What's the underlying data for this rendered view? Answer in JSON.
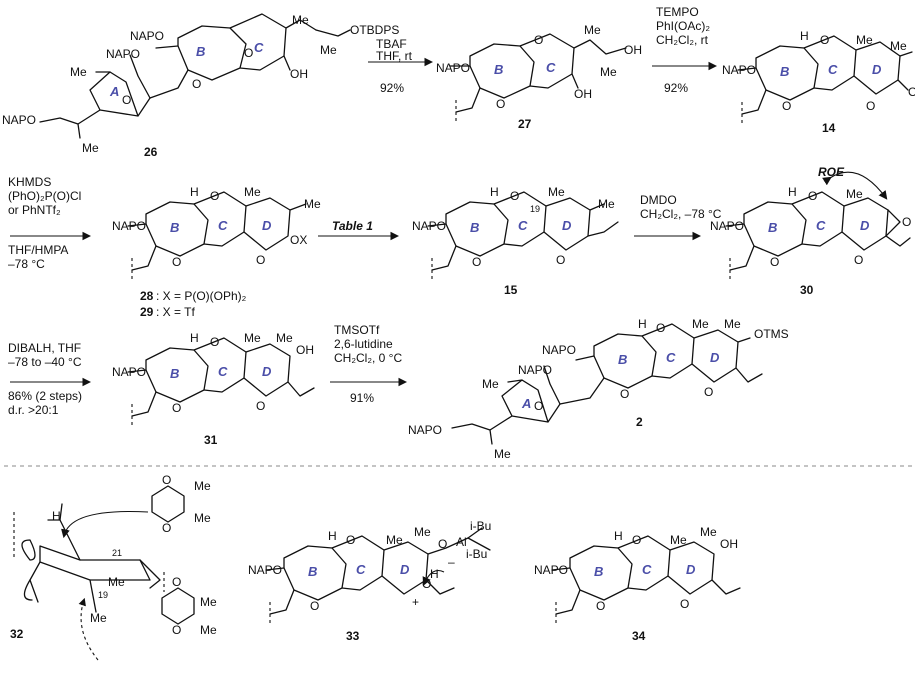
{
  "compounds": {
    "c26": "26",
    "c27": "27",
    "c14": "14",
    "c28": "28",
    "c29": "29",
    "c15": "15",
    "c30": "30",
    "c31": "31",
    "c2": "2",
    "c32": "32",
    "c33": "33",
    "c34": "34"
  },
  "rings": {
    "A": "A",
    "B": "B",
    "C": "C",
    "D": "D"
  },
  "groups": {
    "nap": "NAPO",
    "naptext": "NAPO",
    "otbdps": "OTBDPS",
    "oh": "OH",
    "me": "Me",
    "ox": "OX",
    "otms": "OTMS",
    "h": "H",
    "o": "O",
    "ibu": "i-Bu",
    "al": "Al",
    "minus": "–",
    "plus": "+",
    "n19": "19",
    "n21": "21",
    "roe": "ROE"
  },
  "reagents": {
    "step1": [
      "TBAF",
      "THF, rt",
      "92%"
    ],
    "step2": [
      "TEMPO",
      "PhI(OAc)₂",
      "CH₂Cl₂, rt",
      "92%"
    ],
    "step3": [
      "KHMDS",
      "(PhO)₂P(O)Cl",
      "or PhNTf₂",
      "THF/HMPA",
      "–78 °C"
    ],
    "step4": [
      "Table 1"
    ],
    "step5": [
      "DMDO",
      "CH₂Cl₂, –78 °C"
    ],
    "step6": [
      "DIBALH, THF",
      "–78 to –40 °C",
      "86% (2 steps)",
      "d.r. >20:1"
    ],
    "step7": [
      "TMSOTf",
      "2,6-lutidine",
      "CH₂Cl₂, 0 °C",
      "91%"
    ]
  },
  "notes": {
    "x28": ": X = P(O)(OPh)₂",
    "x29": ": X = Tf"
  }
}
